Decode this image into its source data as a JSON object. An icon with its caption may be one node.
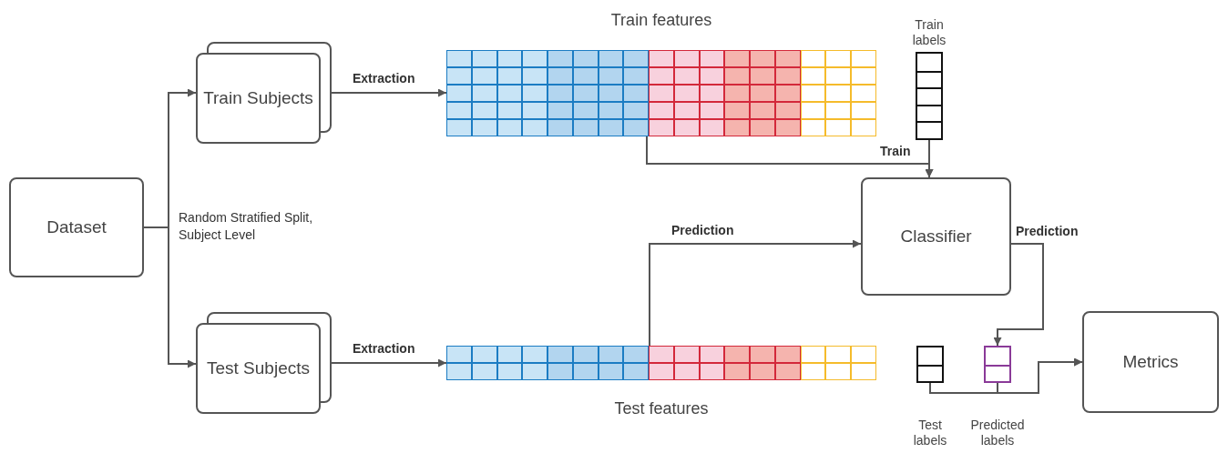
{
  "diagram": {
    "nodes": [
      {
        "text": [
          "Dataset"
        ]
      },
      {
        "text": [
          "Train Subjects"
        ]
      },
      {
        "text": [
          "Test Subjects"
        ]
      },
      {
        "text": [
          "Train features"
        ]
      },
      {
        "text": [
          "Train labels"
        ]
      },
      {
        "text": [
          "Classifier"
        ]
      },
      {
        "text": [
          "Test features"
        ]
      },
      {
        "text": [
          "Test labels"
        ]
      },
      {
        "text": [
          "Predicted labels"
        ]
      },
      {
        "text": [
          "Metrics"
        ]
      }
    ],
    "edges": [
      {
        "from": 0,
        "to": 1,
        "arrow": "to",
        "label": "Random Stratified Split, Subject Level"
      },
      {
        "from": 0,
        "to": 2,
        "arrow": "to"
      },
      {
        "from": 1,
        "to": 3,
        "arrow": "to",
        "label": "Extraction"
      },
      {
        "from": 2,
        "to": 6,
        "arrow": "to",
        "label": "Extraction"
      },
      {
        "from": 3,
        "to": 5,
        "arrow": "to",
        "label": "Train"
      },
      {
        "from": 4,
        "to": 5,
        "arrow": "to"
      },
      {
        "from": 6,
        "to": 5,
        "arrow": "to",
        "label": "Prediction"
      },
      {
        "from": 5,
        "to": 8,
        "arrow": "to",
        "label": "Prediction"
      },
      {
        "from": 7,
        "to": 9,
        "arrow": "to"
      },
      {
        "from": 8,
        "to": 9,
        "arrow": "to"
      }
    ]
  }
}
